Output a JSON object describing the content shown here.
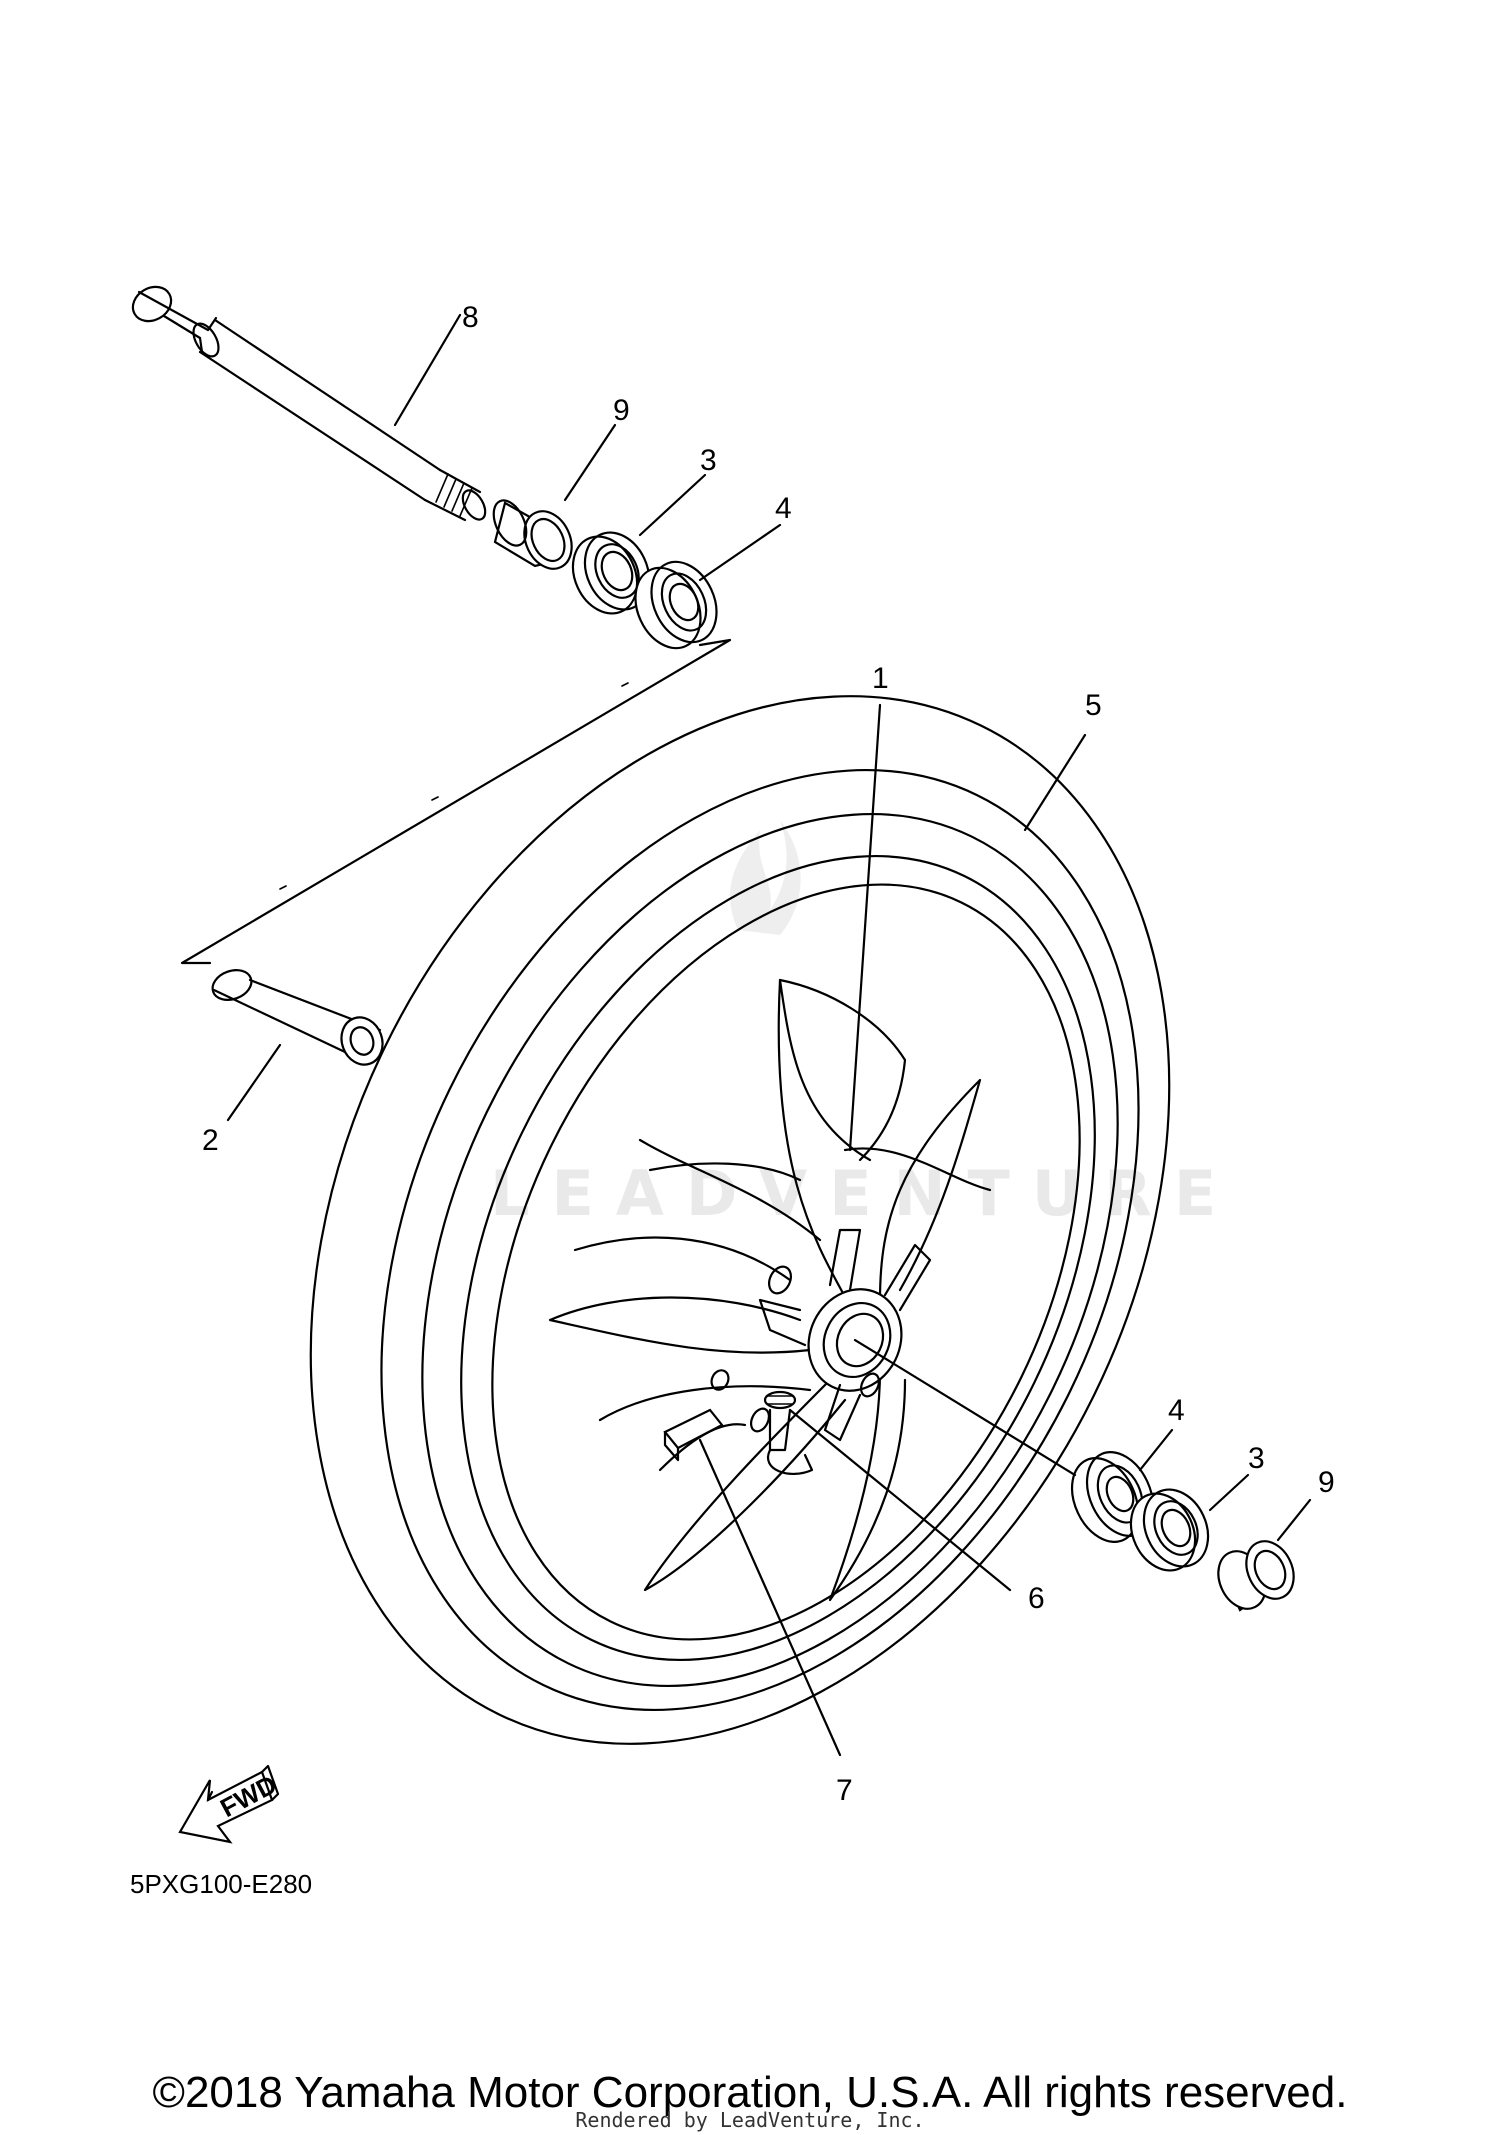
{
  "callouts": {
    "axle_top": "8",
    "collar_top": "9",
    "seal_top": "3",
    "bearing_top": "4",
    "wheel": "1",
    "tire": "5",
    "spacer": "2",
    "bearing_right": "4",
    "seal_right": "3",
    "collar_right": "9",
    "valve": "6",
    "weight": "7"
  },
  "fwd_label": "FWD",
  "diagram_code": "5PXG100-E280",
  "watermark": "LEADVENTURE",
  "footer": {
    "copyright": "©2018 Yamaha Motor Corporation, U.S.A. All rights reserved.",
    "rendered_by": "Rendered by LeadVenture, Inc."
  },
  "colors": {
    "line": "#000000",
    "background": "#ffffff",
    "watermark": "#e9e9e9"
  }
}
